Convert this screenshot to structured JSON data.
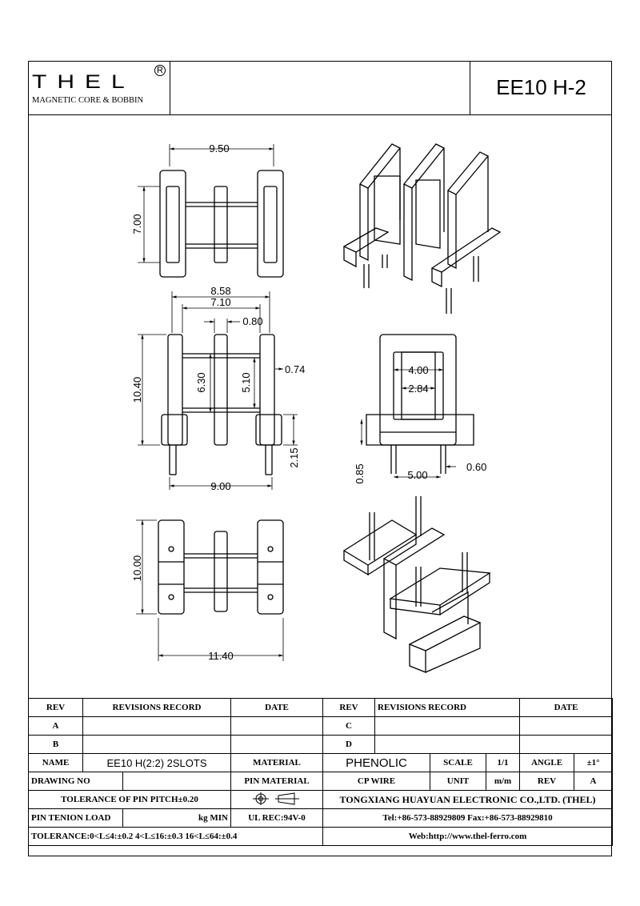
{
  "logo": {
    "brand": "THEL",
    "registered": "R",
    "subtitle": "MAGNETIC CORE & BOBBIN"
  },
  "title": "EE10 H-2",
  "dimensions": {
    "top_width": "9.50",
    "top_height": "7.00",
    "front_8_58": "8.58",
    "front_7_10": "7.10",
    "front_0_80": "0.80",
    "front_10_40": "10.40",
    "front_6_30": "6.30",
    "front_5_10": "5.10",
    "front_0_74": "0.74",
    "front_2_15": "2.15",
    "front_9_00": "9.00",
    "side_4_00": "4.00",
    "side_2_84": "2.84",
    "side_0_85": "0.85",
    "side_5_00": "5.00",
    "side_0_60": "0.60",
    "bottom_10_00": "10.00",
    "bottom_11_40": "11.40"
  },
  "title_block": {
    "rev": "REV",
    "revisions_record": "REVISIONS RECORD",
    "date": "DATE",
    "rev_a": "A",
    "rev_b": "B",
    "rev_c": "C",
    "rev_d": "D",
    "name_label": "NAME",
    "name_value": "EE10 H(2:2) 2SLOTS",
    "material_label": "MATERIAL",
    "material_value": "PHENOLIC",
    "scale_label": "SCALE",
    "scale_value": "1/1",
    "angle_label": "ANGLE",
    "angle_value": "±1°",
    "drawing_no": "DRAWING NO",
    "pin_material": "PIN MATERIAL",
    "cp_wire": "CP WIRE",
    "unit_label": "UNIT",
    "unit_value": "m/m",
    "rev_label2": "REV",
    "rev_value": "A",
    "pitch_tol": "TOLERANCE OF PIN PITCH±0.20",
    "company": "TONGXIANG HUAYUAN ELECTRONIC CO.,LTD. (THEL)",
    "pin_load": "PIN TENION LOAD",
    "kg_min": "kg MIN",
    "ul_rec": "UL REC:94V-0",
    "contact": "Tel:+86-573-88929809 Fax:+86-573-88929810",
    "tolerance": "TOLERANCE:0<L≤4:±0.2  4<L≤16:±0.3  16<L≤64:±0.4",
    "web": "Web:http://www.thel-ferro.com"
  }
}
